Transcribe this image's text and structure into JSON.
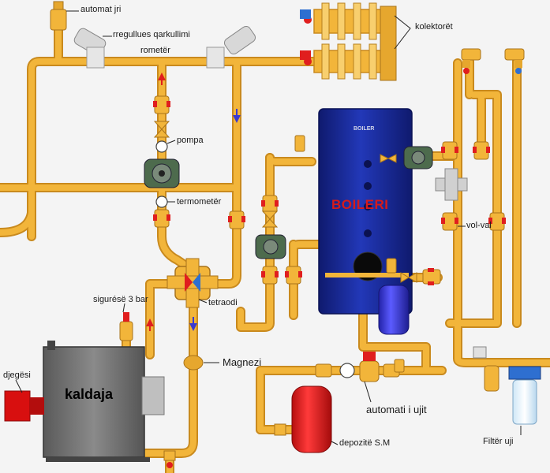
{
  "labels": {
    "automat_jri": "automat jri",
    "rregullues": "rregullues qarkullimi",
    "rometer": "rometër",
    "kolektoret": "kolektorët",
    "pompa": "pompa",
    "termometer": "termometër",
    "tetraodi": "tetraodi",
    "siguresa": "sigurésë 3 bar",
    "magnezi": "Magnezi",
    "djegesi": "djegësi",
    "kaldaja": "kaldaja",
    "boileri": "BOILERI",
    "boiler_tag": "BOILER",
    "vol_val": "vol-val",
    "automati_ujit": "automati i ujit",
    "depozite": "depozitë S.M",
    "filter": "Filtër uji"
  },
  "colors": {
    "pipe": "#f2b53a",
    "pipe_edge": "#c98a1e",
    "boiler": "#1a2a9c",
    "kaldaja": "#6e6e6e",
    "tank_red": "#e01e1e",
    "expansion_blue": "#3434d4",
    "burner": "#d80f0f",
    "valve_red": "#e01e1e",
    "flow_arrow_red": "#e01e1e",
    "flow_arrow_blue": "#3a3ad0"
  }
}
